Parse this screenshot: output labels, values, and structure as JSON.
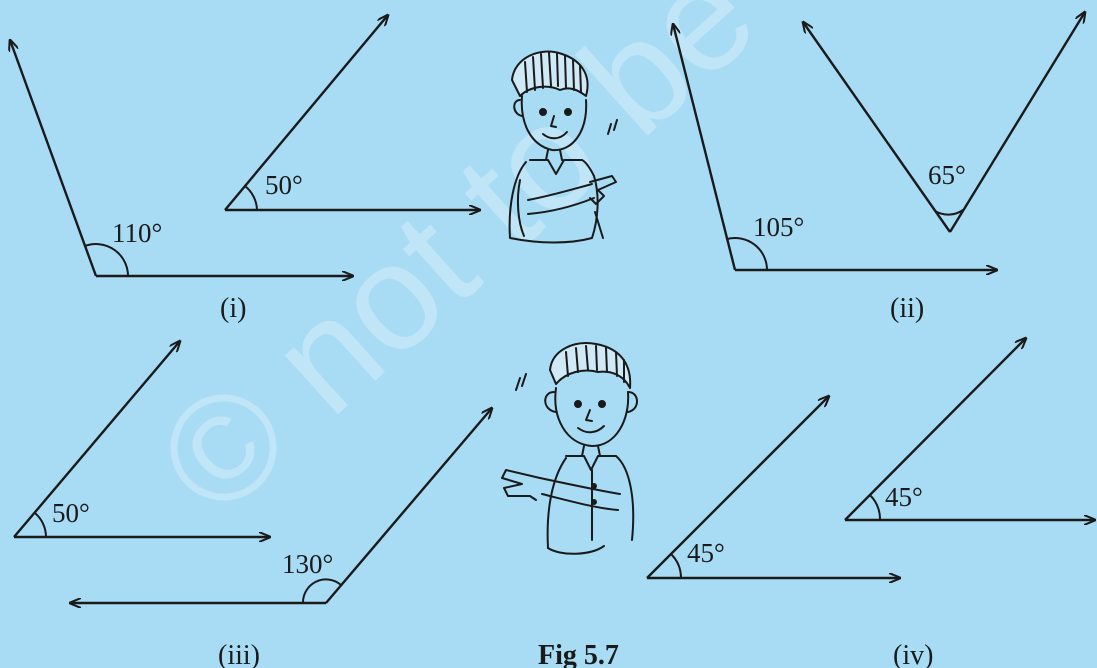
{
  "figure": {
    "caption": "Fig 5.7",
    "watermark": "© not to be"
  },
  "pairs": [
    {
      "label": "(i)",
      "angles": [
        {
          "value": "110°"
        },
        {
          "value": "50°"
        }
      ]
    },
    {
      "label": "(ii)",
      "angles": [
        {
          "value": "105°"
        },
        {
          "value": "65°"
        }
      ]
    },
    {
      "label": "(iii)",
      "angles": [
        {
          "value": "50°"
        },
        {
          "value": "130°"
        }
      ]
    },
    {
      "label": "(iv)",
      "angles": [
        {
          "value": "45°"
        },
        {
          "value": "45°"
        }
      ]
    }
  ],
  "colors": {
    "background": "#a8dcf4",
    "ink": "#1a1a1a"
  },
  "illustrations": [
    "boy-pointing-right-icon",
    "girl-pointing-left-icon"
  ]
}
